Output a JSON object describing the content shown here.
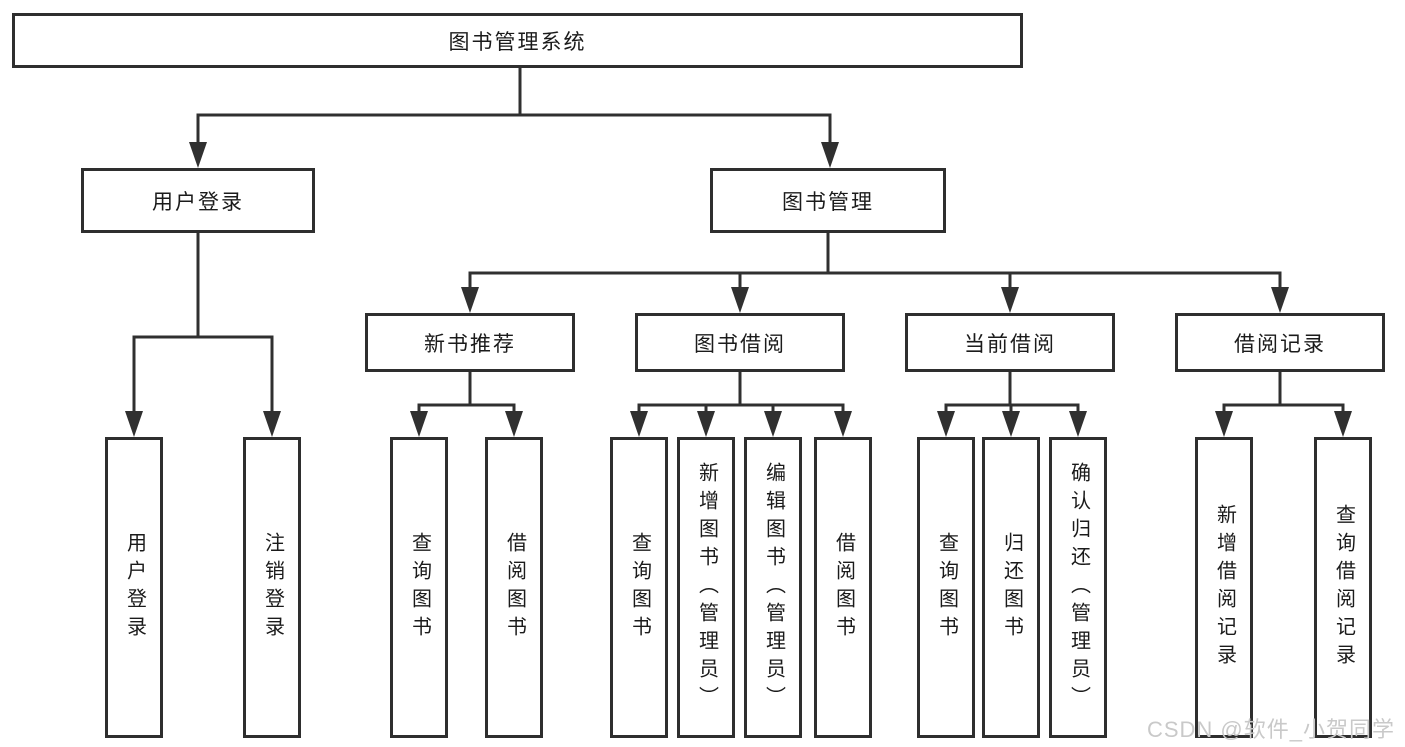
{
  "diagram": {
    "type": "function-tree",
    "tree": {
      "label": "图书管理系统",
      "children": [
        {
          "label": "用户登录",
          "children": [
            {
              "label": "用户登录"
            },
            {
              "label": "注销登录"
            }
          ]
        },
        {
          "label": "图书管理",
          "children": [
            {
              "label": "新书推荐",
              "children": [
                {
                  "label": "查询图书"
                },
                {
                  "label": "借阅图书"
                }
              ]
            },
            {
              "label": "图书借阅",
              "children": [
                {
                  "label": "查询图书"
                },
                {
                  "label": "新增图书（管理员）"
                },
                {
                  "label": "编辑图书（管理员）"
                },
                {
                  "label": "借阅图书"
                }
              ]
            },
            {
              "label": "当前借阅",
              "children": [
                {
                  "label": "查询图书"
                },
                {
                  "label": "归还图书"
                },
                {
                  "label": "确认归还（管理员）"
                }
              ]
            },
            {
              "label": "借阅记录",
              "children": [
                {
                  "label": "新增借阅记录"
                },
                {
                  "label": "查询借阅记录"
                }
              ]
            }
          ]
        }
      ]
    }
  },
  "watermark": {
    "text": "CSDN @软件_小贺同学",
    "color": "#c9c9c9"
  },
  "colors": {
    "line": "#303030",
    "box_border": "#2e2e2e",
    "box_fill": "#ffffff",
    "text": "#1b1b1b",
    "background": "#ffffff"
  }
}
